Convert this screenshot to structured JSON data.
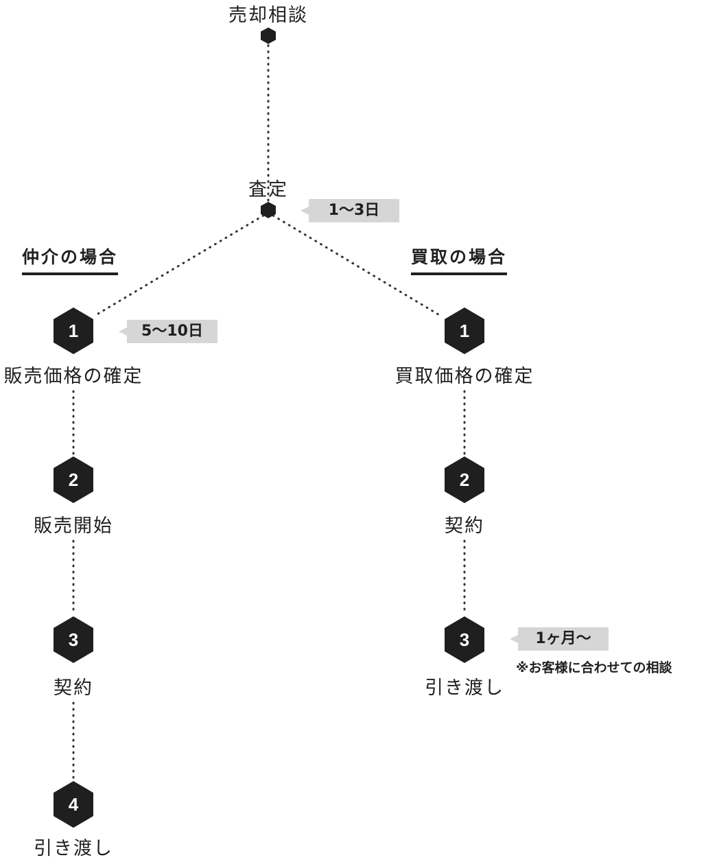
{
  "top": {
    "consult": "売却相談",
    "assess": "査定",
    "assess_badge": "1〜3日"
  },
  "brokerage": {
    "heading": "仲介の場合",
    "steps": [
      {
        "num": "1",
        "label": "販売価格の確定"
      },
      {
        "num": "2",
        "label": "販売開始"
      },
      {
        "num": "3",
        "label": "契約"
      },
      {
        "num": "4",
        "label": "引き渡し"
      }
    ],
    "badge": "5〜10日"
  },
  "purchase": {
    "heading": "買取の場合",
    "steps": [
      {
        "num": "1",
        "label": "買取価格の確定"
      },
      {
        "num": "2",
        "label": "契約"
      },
      {
        "num": "3",
        "label": "引き渡し"
      }
    ],
    "badge": "1ヶ月〜",
    "note": "※お客様に合わせての相談"
  },
  "colors": {
    "hex": "#1f1f1f",
    "badge": "#d6d6d6",
    "dots": "#333333"
  }
}
